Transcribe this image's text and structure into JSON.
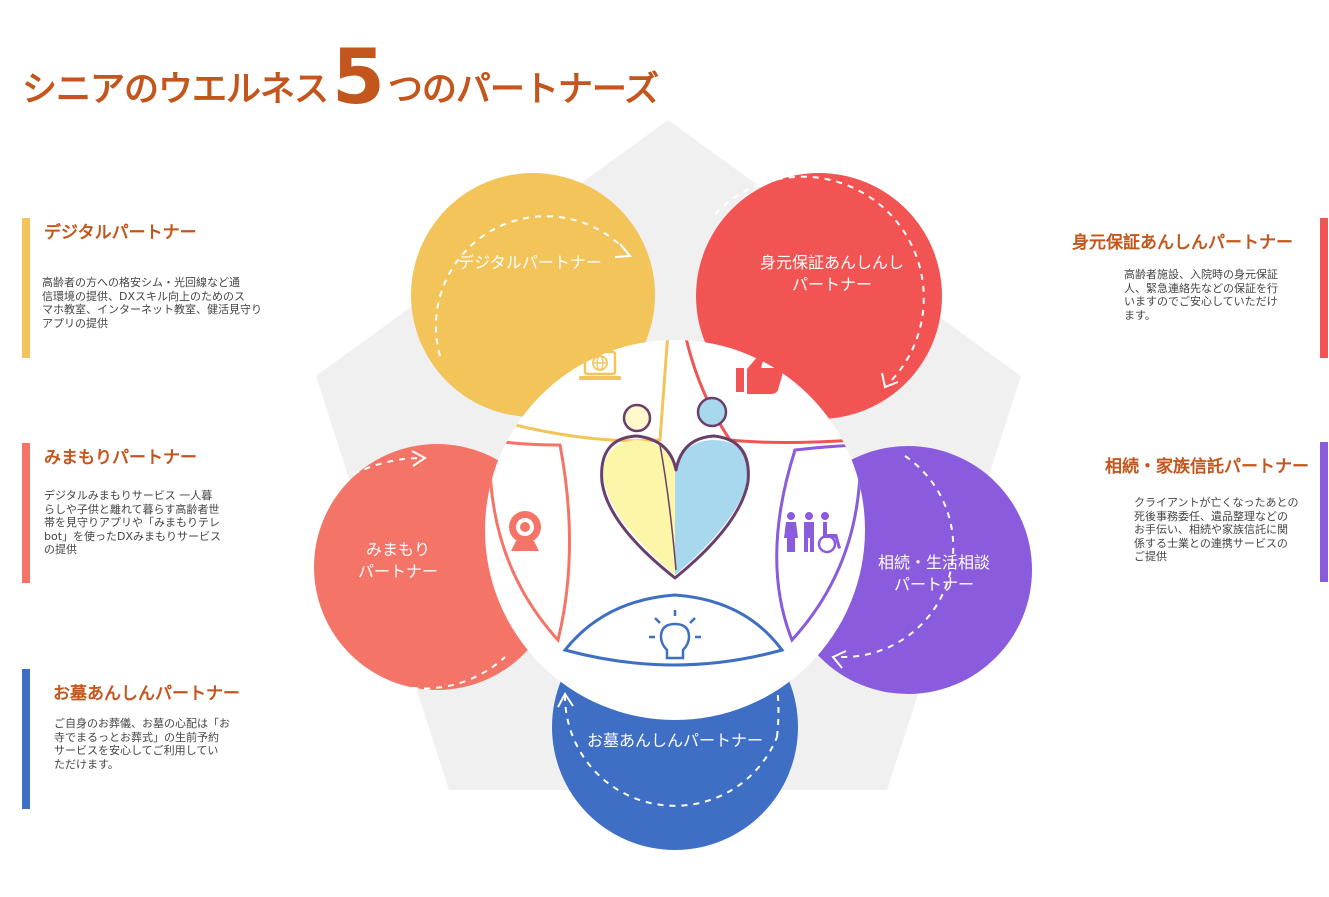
{
  "title": {
    "prefix": "シニアのウエルネス",
    "number": "5",
    "suffix": "つのパートナーズ"
  },
  "colors": {
    "title": "#c3561c",
    "digital": "#f2c45a",
    "mimamori": "#f47468",
    "mimoto": "#f25454",
    "souzoku": "#8a5bdc",
    "ohaka": "#3e6fc5",
    "pentagon": "#f1f0f1"
  },
  "partners": {
    "digital": {
      "heading": "デジタルパートナー",
      "desc": [
        "高齢者の方への格安シム・光回線など通",
        "信環境の提供、DXスキル向上のためのス",
        "マホ教室、インターネット教室、健活見守り",
        "アプリの提供"
      ],
      "circle_label": [
        "デジタルパートナー"
      ],
      "icon": "laptop-globe-icon"
    },
    "mimamori": {
      "heading": "みまもりパートナー",
      "desc": [
        "デジタルみまもりサービス 一人暮",
        "らしや子供と離れて暮らす高齢者世",
        "帯を見守りアプリや「みまもりテレ",
        "bot」を使ったDXみまもりサービス",
        "の提供"
      ],
      "circle_label": [
        "みまもり",
        "パートナー"
      ],
      "icon": "webcam-icon"
    },
    "ohaka": {
      "heading": "お墓あんしんパートナー",
      "desc": [
        "ご自身のお葬儀、お墓の心配は「お",
        "寺でまるっとお葬式」の生前予約",
        "サービスを安心してご利用してい",
        "ただけます。"
      ],
      "circle_label": [
        "お墓あんしんパートナー"
      ],
      "icon": "lightbulb-icon"
    },
    "mimoto": {
      "heading": "身元保証あんしんパートナー",
      "desc": [
        "高齢者施設、入院時の身元保証",
        "人、緊急連絡先などの保証を行",
        "いますのでご安心していただけ",
        "ます。"
      ],
      "circle_label": [
        "身元保証あんしんし",
        "パートナー"
      ],
      "icon": "thumbs-up-icon"
    },
    "souzoku": {
      "heading": "相続・家族信託パートナー",
      "desc": [
        "クライアントが亡くなったあとの",
        "死後事務委任、遺品整理などの",
        "お手伝い、相続や家族信託に関",
        "係する士業との連携サービスの",
        "ご提供"
      ],
      "circle_label": [
        "相続・生活相談",
        "パートナー"
      ],
      "icon": "family-wheelchair-icon"
    }
  },
  "center": {
    "icon": "heart-people-logo"
  }
}
